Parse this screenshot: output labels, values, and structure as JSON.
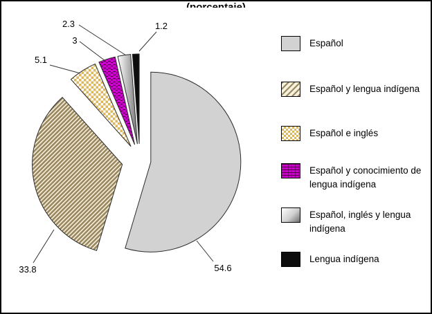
{
  "figure": {
    "title_partial": "(porcentaje)"
  },
  "colors": {
    "slice_gray": "#d2d2d2",
    "stripe_tan": "#9a8860",
    "checker_gold": "#dcb75e",
    "magenta": "#cc00cc",
    "gradient_dark": "#777777",
    "black": "#0d0d0d"
  },
  "chart_data": {
    "type": "pie",
    "unit": "percent",
    "legend_position": "right",
    "series": [
      {
        "id": "espanol",
        "label": "Español",
        "value": 54.6,
        "display": "54.6",
        "pattern": "solid-gray"
      },
      {
        "id": "espanol-lengua-indigena",
        "label": "Español y lengua indígena",
        "value": 33.8,
        "display": "33.8",
        "pattern": "stripes"
      },
      {
        "id": "espanol-ingles",
        "label": "Español e inglés",
        "value": 5.1,
        "display": "5.1",
        "pattern": "checker"
      },
      {
        "id": "espanol-conocimiento-lengua-indigena",
        "label": "Español y conocimiento de lengua indígena",
        "value": 3,
        "display": "3",
        "pattern": "magenta"
      },
      {
        "id": "espanol-ingles-lengua-indigena",
        "label": "Español, inglés y lengua indígena",
        "value": 2.3,
        "display": "2.3",
        "pattern": "gradient"
      },
      {
        "id": "lengua-indigena",
        "label": "Lengua indígena",
        "value": 1.2,
        "display": "1.2",
        "pattern": "black"
      }
    ]
  }
}
